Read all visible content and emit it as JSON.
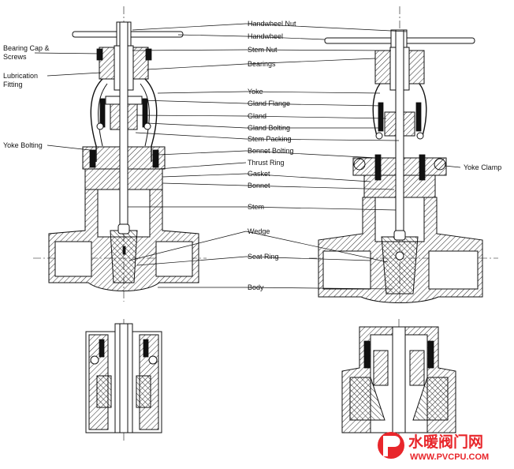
{
  "labels": {
    "handwheel_nut": "Handwheel Nut",
    "handwheel": "Handwheel",
    "stem_nut": "Stem Nut",
    "bearings": "Bearings",
    "yoke": "Yoke",
    "gland_flange": "Gland Flange",
    "gland": "Gland",
    "gland_bolting": "Gland Bolting",
    "stem_packing": "Stem Packing",
    "bonnet_bolting": "Bonnet Bolting",
    "thrust_ring": "Thrust Ring",
    "gasket": "Gasket",
    "bonnet": "Bonnet",
    "stem": "Stem",
    "wedge": "Wedge",
    "seat_ring": "Seat Ring",
    "body": "Body",
    "bearing_cap_line1": "Bearing Cap &",
    "bearing_cap_line2": "Screws",
    "lubrication_line1": "Lubrication",
    "lubrication_line2": "Fitting",
    "yoke_bolting": "Yoke Bolting",
    "yoke_clamp": "Yoke Clamp"
  },
  "watermark": {
    "site_name_cn": "水暖阀门网",
    "site_url": "WWW.PVCPU.COM",
    "color": "#e8262b"
  }
}
